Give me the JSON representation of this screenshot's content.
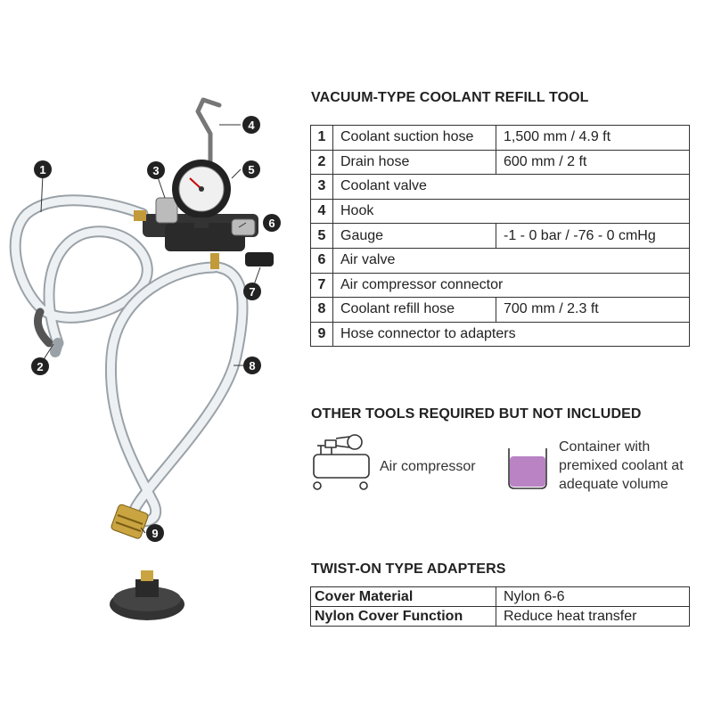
{
  "callouts": [
    "1",
    "2",
    "3",
    "4",
    "5",
    "6",
    "7",
    "8",
    "9"
  ],
  "sections": {
    "parts_title": "VACUUM-TYPE COOLANT REFILL TOOL",
    "other_title": "OTHER TOOLS REQUIRED BUT NOT INCLUDED",
    "adapters_title": "TWIST-ON TYPE ADAPTERS"
  },
  "parts": [
    {
      "num": "1",
      "name": "Coolant suction hose",
      "spec": "1,500 mm / 4.9 ft"
    },
    {
      "num": "2",
      "name": "Drain hose",
      "spec": "600 mm / 2 ft"
    },
    {
      "num": "3",
      "name": "Coolant valve",
      "spec": ""
    },
    {
      "num": "4",
      "name": "Hook",
      "spec": ""
    },
    {
      "num": "5",
      "name": "Gauge",
      "spec": "-1 - 0 bar / -76 - 0 cmHg"
    },
    {
      "num": "6",
      "name": "Air valve",
      "spec": ""
    },
    {
      "num": "7",
      "name": "Air compressor connector",
      "spec": ""
    },
    {
      "num": "8",
      "name": "Coolant refill hose",
      "spec": "700 mm / 2.3 ft"
    },
    {
      "num": "9",
      "name": "Hose connector to adapters",
      "spec": ""
    }
  ],
  "other_tools": [
    {
      "label": "Air compressor",
      "icon": "air-compressor-icon"
    },
    {
      "label": "Container with premixed coolant at adequate volume",
      "icon": "coolant-container-icon",
      "color": "#b983c4"
    }
  ],
  "adapters": [
    {
      "key": "Cover Material",
      "value": "Nylon 6-6"
    },
    {
      "key": "Nylon Cover Function",
      "value": "Reduce heat transfer"
    }
  ]
}
